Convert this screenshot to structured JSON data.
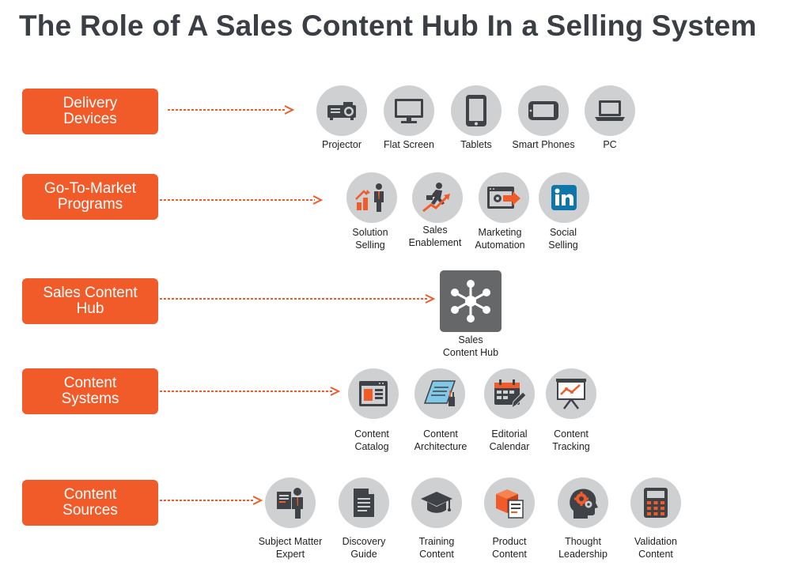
{
  "title": "The Role of A Sales Content Hub In a Selling System",
  "colors": {
    "accent": "#f15a29",
    "circle": "#cfd0d2",
    "icon_dark": "#3f4247",
    "hub_box": "#666769"
  },
  "rows": [
    {
      "label": "Delivery\nDevices",
      "items": [
        {
          "label": "Projector",
          "icon": "projector-icon"
        },
        {
          "label": "Flat Screen",
          "icon": "flat-screen-icon"
        },
        {
          "label": "Tablets",
          "icon": "tablet-icon"
        },
        {
          "label": "Smart Phones",
          "icon": "smart-phone-icon"
        },
        {
          "label": "PC",
          "icon": "laptop-icon"
        }
      ]
    },
    {
      "label": "Go-To-Market\nPrograms",
      "items": [
        {
          "label": "Solution\nSelling",
          "icon": "solution-selling-icon"
        },
        {
          "label": "Sales\nEnablement",
          "icon": "sales-enablement-icon"
        },
        {
          "label": "Marketing\nAutomation",
          "icon": "marketing-automation-icon"
        },
        {
          "label": "Social\nSelling",
          "icon": "linkedin-icon"
        }
      ]
    },
    {
      "label": "Sales Content\nHub",
      "items": [
        {
          "label": "Sales\nContent Hub",
          "icon": "hub-network-icon"
        }
      ]
    },
    {
      "label": "Content\nSystems",
      "items": [
        {
          "label": "Content\nCatalog",
          "icon": "content-catalog-icon"
        },
        {
          "label": "Content\nArchitecture",
          "icon": "content-architecture-icon"
        },
        {
          "label": "Editorial\nCalendar",
          "icon": "calendar-icon"
        },
        {
          "label": "Content\nTracking",
          "icon": "tracking-chart-icon"
        }
      ]
    },
    {
      "label": "Content\nSources",
      "items": [
        {
          "label": "Subject Matter\nExpert",
          "icon": "expert-icon"
        },
        {
          "label": "Discovery\nGuide",
          "icon": "document-icon"
        },
        {
          "label": "Training\nContent",
          "icon": "graduation-cap-icon"
        },
        {
          "label": "Product\nContent",
          "icon": "product-box-icon"
        },
        {
          "label": "Thought\nLeadership",
          "icon": "head-gears-icon"
        },
        {
          "label": "Validation\nContent",
          "icon": "calculator-icon"
        }
      ]
    }
  ]
}
